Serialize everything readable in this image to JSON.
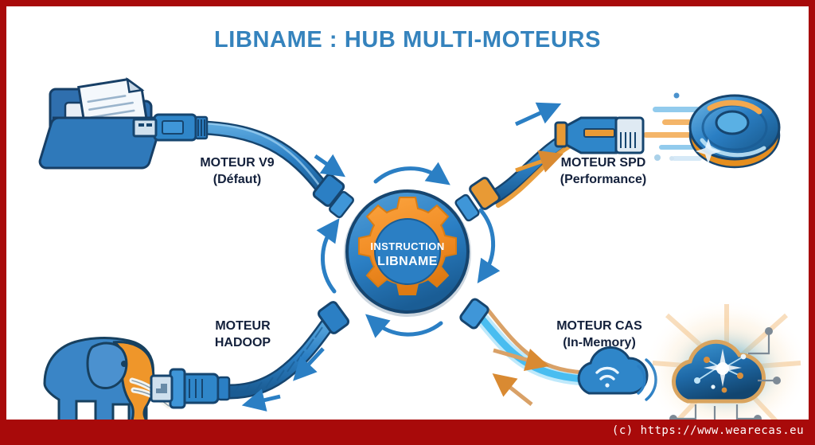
{
  "page": {
    "title": "LIBNAME : HUB MULTI-MOTEURS",
    "border_color": "#a80a0a",
    "background": "#ffffff",
    "title_color": "#3583bd",
    "label_color": "#13203b",
    "accent_blue": "#2b7fc4",
    "accent_orange": "#f18c24"
  },
  "hub": {
    "line1": "INSTRUCTION",
    "line2": "LIBNAME",
    "circle_color": "#2b7fc4",
    "gear_color": "#f18c24"
  },
  "engines": [
    {
      "id": "v9",
      "name": "MOTEUR V9",
      "qualifier": "(Défaut)",
      "source_icon": "folder-documents-icon",
      "connector_icon": "usb-connector-icon",
      "position": "top-left"
    },
    {
      "id": "spd",
      "name": "MOTEUR SPD",
      "qualifier": "(Performance)",
      "source_icon": "spinning-disk-icon",
      "connector_icon": "ethernet-connector-icon",
      "position": "top-right"
    },
    {
      "id": "hadoop",
      "name": "MOTEUR",
      "qualifier": "HADOOP",
      "source_icon": "elephant-hadoop-icon",
      "connector_icon": "braided-cable-connector-icon",
      "position": "bottom-left"
    },
    {
      "id": "cas",
      "name": "MOTEUR CAS",
      "qualifier": "(In-Memory)",
      "source_icon": "glowing-cloud-network-icon",
      "connector_icon": "cloud-wifi-icon",
      "position": "bottom-right"
    }
  ],
  "footer": {
    "watermark": "(c) https://www.wearecas.eu"
  }
}
